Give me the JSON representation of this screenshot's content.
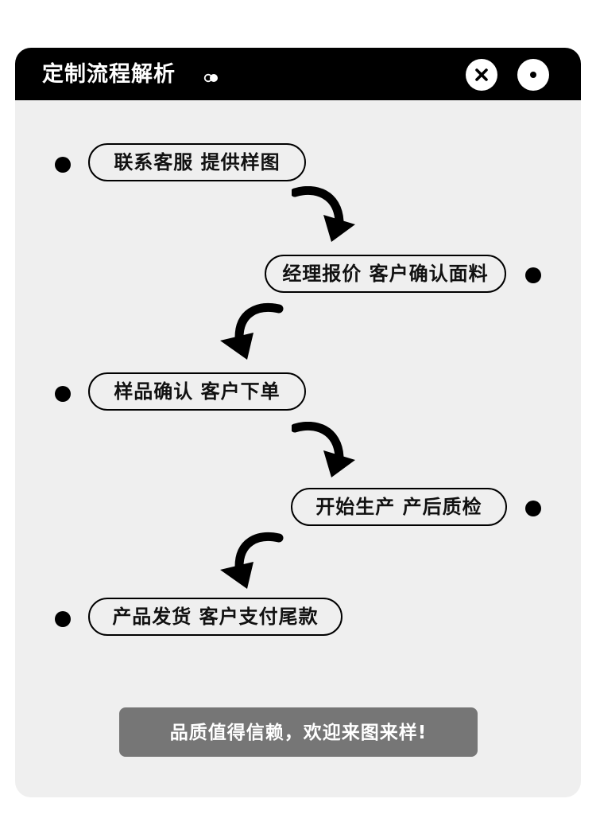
{
  "window": {
    "title": "定制流程解析",
    "title_icon": "toggle-icon",
    "controls": [
      {
        "name": "close-icon"
      },
      {
        "name": "circle-dot-icon"
      }
    ]
  },
  "steps": [
    {
      "label": "联系客服 提供样图"
    },
    {
      "label": "经理报价 客户确认面料"
    },
    {
      "label": "样品确认 客户下单"
    },
    {
      "label": "开始生产 产后质检"
    },
    {
      "label": "产品发货 客户支付尾款"
    }
  ],
  "footer": {
    "label": "品质值得信赖，欢迎来图来样!"
  },
  "colors": {
    "titlebar": "#000000",
    "panel": "#efefef",
    "cta": "#767676",
    "text": "#111111"
  }
}
